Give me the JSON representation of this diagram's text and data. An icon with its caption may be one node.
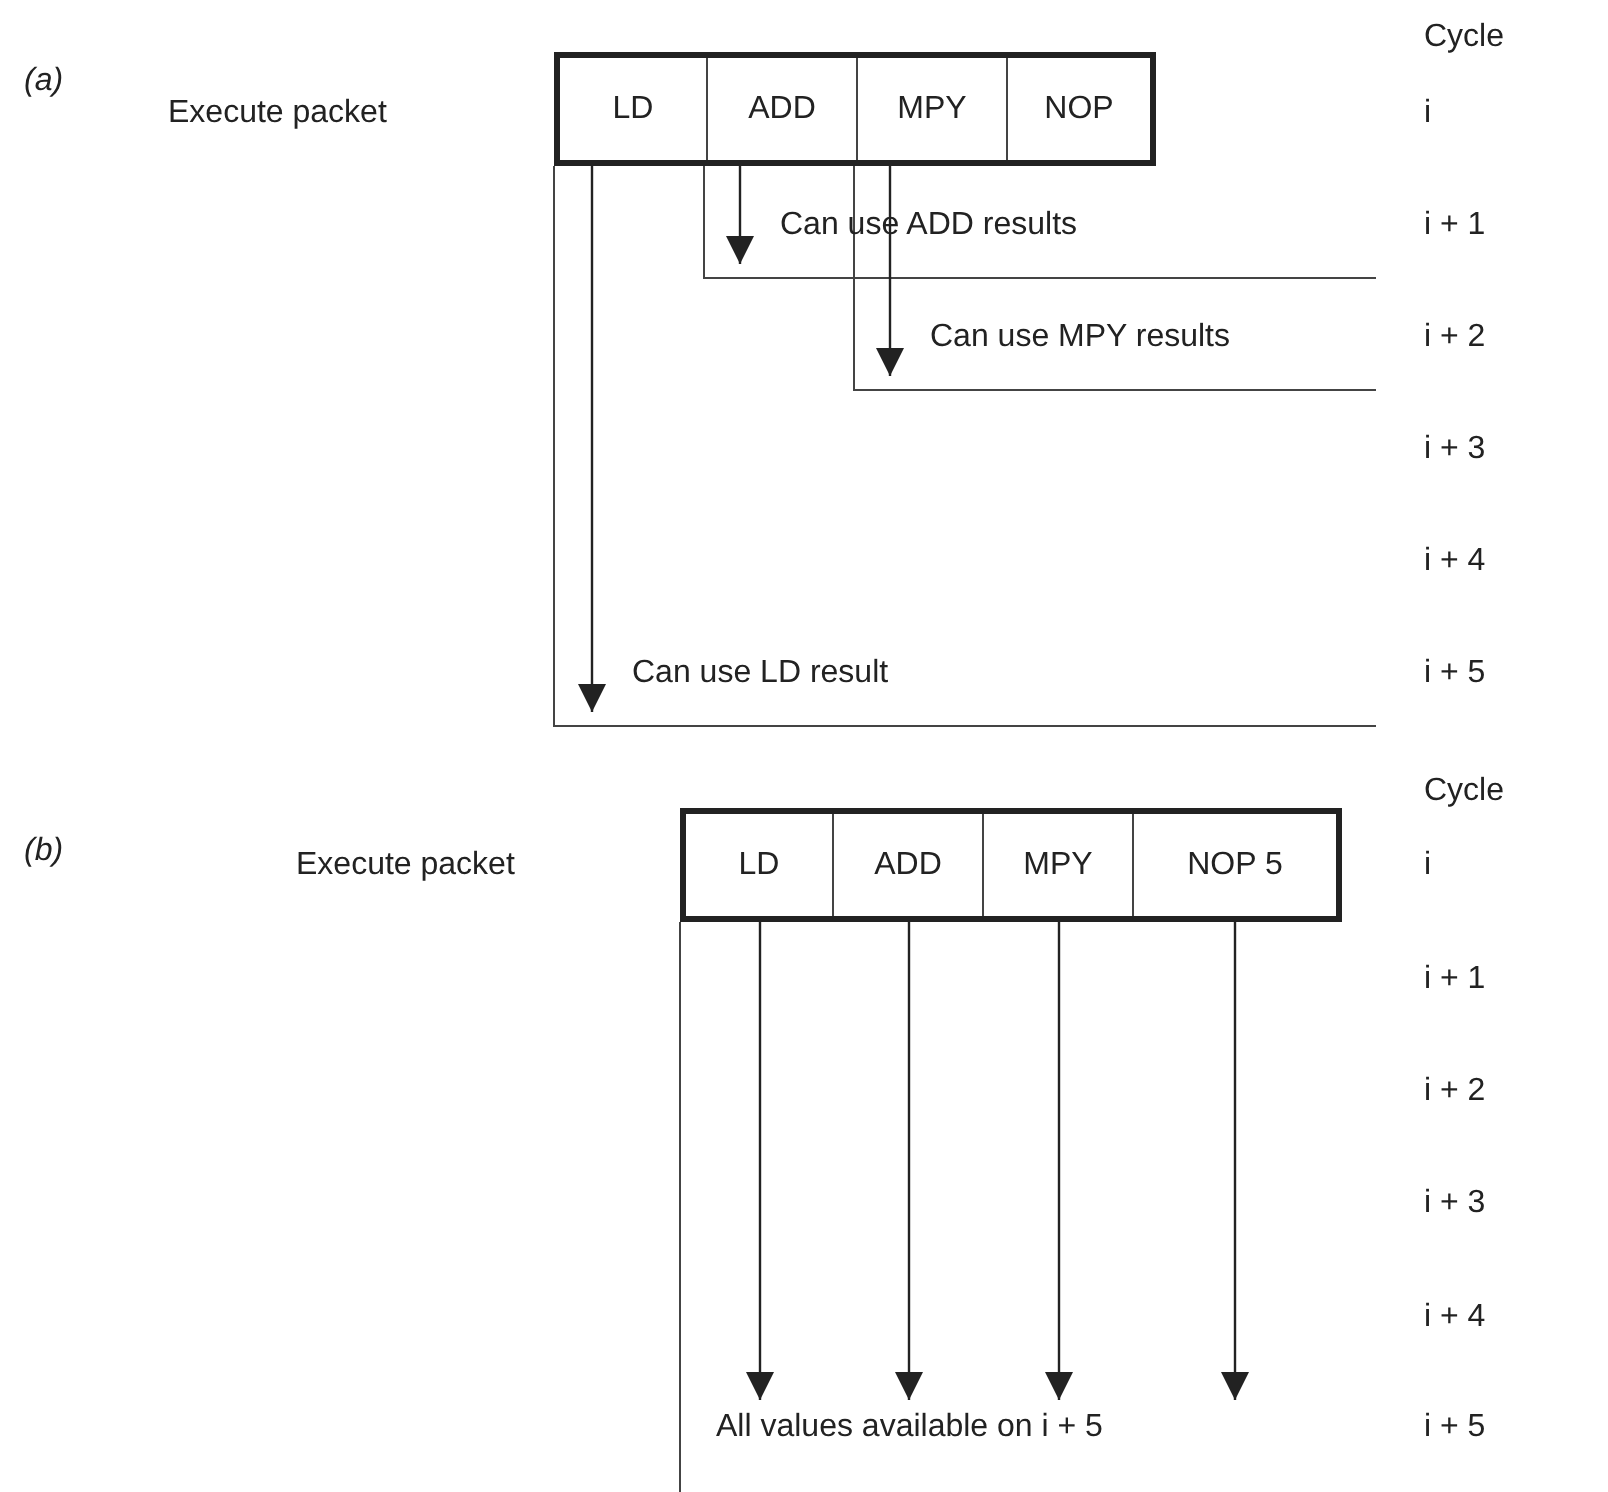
{
  "diagram": {
    "nodes": [
      {
        "text": [],
        "shape": "box"
      },
      {
        "text": [
          "LD"
        ],
        "in": 0
      },
      {
        "text": [
          "ADD"
        ],
        "in": 0
      },
      {
        "text": [
          "MPY"
        ],
        "in": 0
      },
      {
        "text": [
          "NOP"
        ],
        "in": 0
      },
      {
        "text": [
          "Can use ADD results"
        ]
      },
      {
        "text": [
          "Can use MPY results"
        ]
      },
      {
        "text": [
          "Can use LD result"
        ]
      },
      {
        "text": [],
        "shape": "box"
      },
      {
        "text": [
          "LD"
        ],
        "in": 8
      },
      {
        "text": [
          "ADD"
        ],
        "in": 8
      },
      {
        "text": [
          "MPY"
        ],
        "in": 8
      },
      {
        "text": [
          "NOP 5"
        ],
        "in": 8
      },
      {
        "text": [
          "All values available on i + 5"
        ]
      }
    ],
    "edges": [
      {
        "from": 2,
        "to": 5,
        "arrow": "to"
      },
      {
        "from": 3,
        "to": 6,
        "arrow": "to"
      },
      {
        "from": 1,
        "to": 7,
        "arrow": "to"
      },
      {
        "from": 9,
        "to": 13,
        "arrow": "to"
      },
      {
        "from": 10,
        "to": 13,
        "arrow": "to"
      },
      {
        "from": 11,
        "to": 13,
        "arrow": "to"
      },
      {
        "from": 12,
        "to": 13,
        "arrow": "to"
      }
    ],
    "labels": [
      "(a)",
      "Execute packet",
      "Cycle",
      "i",
      "i + 1",
      "i + 2",
      "i + 3",
      "i + 4",
      "i + 5",
      "(b)",
      "Execute packet",
      "Cycle",
      "i",
      "i + 1",
      "i + 2",
      "i + 3",
      "i + 4",
      "i + 5"
    ]
  }
}
